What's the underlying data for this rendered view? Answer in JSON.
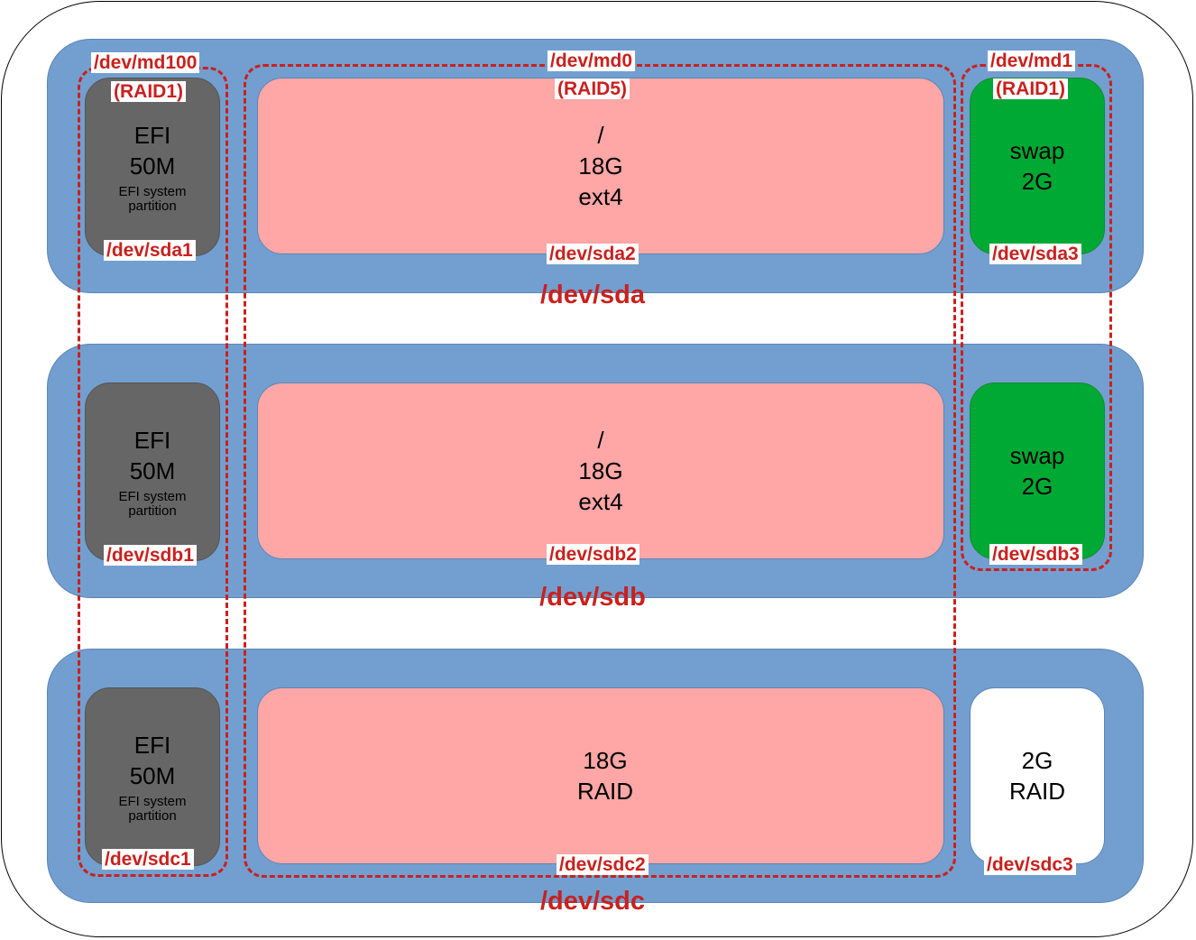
{
  "disks": [
    {
      "label": "/dev/sda",
      "efi": {
        "name": "EFI",
        "size": "50M",
        "desc": "EFI system partition",
        "dev": "/dev/sda1"
      },
      "main": {
        "lines": [
          "/",
          "18G",
          "ext4"
        ],
        "dev": "/dev/sda2"
      },
      "small": {
        "lines": [
          "swap",
          "2G"
        ],
        "dev": "/dev/sda3"
      }
    },
    {
      "label": "/dev/sdb",
      "efi": {
        "name": "EFI",
        "size": "50M",
        "desc": "EFI system partition",
        "dev": "/dev/sdb1"
      },
      "main": {
        "lines": [
          "/",
          "18G",
          "ext4"
        ],
        "dev": "/dev/sdb2"
      },
      "small": {
        "lines": [
          "swap",
          "2G"
        ],
        "dev": "/dev/sdb3"
      }
    },
    {
      "label": "/dev/sdc",
      "efi": {
        "name": "EFI",
        "size": "50M",
        "desc": "EFI system partition",
        "dev": "/dev/sdc1"
      },
      "main": {
        "lines": [
          "18G",
          "RAID"
        ],
        "dev": "/dev/sdc2"
      },
      "small": {
        "lines": [
          "2G",
          "RAID"
        ],
        "dev": "/dev/sdc3"
      }
    }
  ],
  "arrays": [
    {
      "dev": "/dev/md100",
      "level": "(RAID1)"
    },
    {
      "dev": "/dev/md0",
      "level": "(RAID5)"
    },
    {
      "dev": "/dev/md1",
      "level": "(RAID1)"
    }
  ],
  "colors": {
    "disk": "#729fcf",
    "efi": "#666666",
    "root": "#ffa6a6",
    "swap": "#00a933",
    "spare": "#ffffff",
    "label": "#c9211e"
  }
}
